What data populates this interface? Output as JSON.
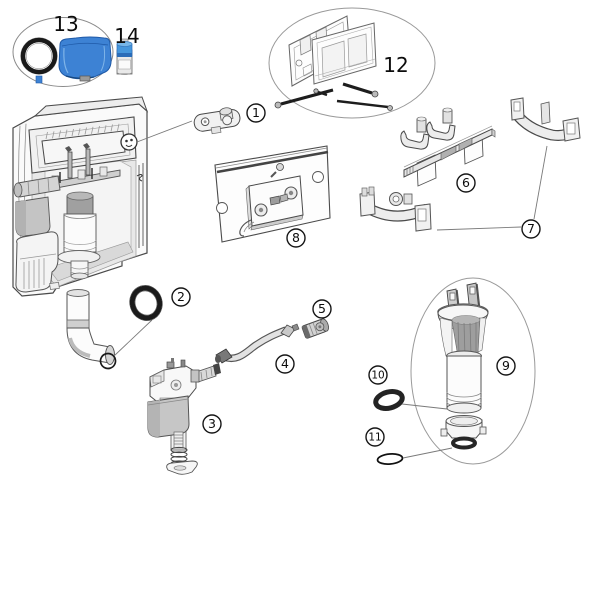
{
  "callouts": {
    "c1": "1",
    "c2": "2",
    "c3": "3",
    "c4": "4",
    "c5": "5",
    "c6": "6",
    "c7": "7",
    "c8": "8",
    "c9": "9",
    "c10": "10",
    "c11": "11"
  },
  "labels": {
    "l12": "12",
    "l13": "13",
    "l14": "14"
  },
  "colors": {
    "line": "#4a4a4a",
    "line-soft": "#8f8f8f",
    "fill-white": "#fdfdfd",
    "fill-light": "#ededed",
    "fill-mid": "#d6d6d6",
    "fill-dark": "#a6a6a6",
    "part-black": "#1d1d1d",
    "blue": "#3d82d4",
    "blue-dark": "#1f5aa8",
    "blue-light": "#7fb4e8"
  }
}
